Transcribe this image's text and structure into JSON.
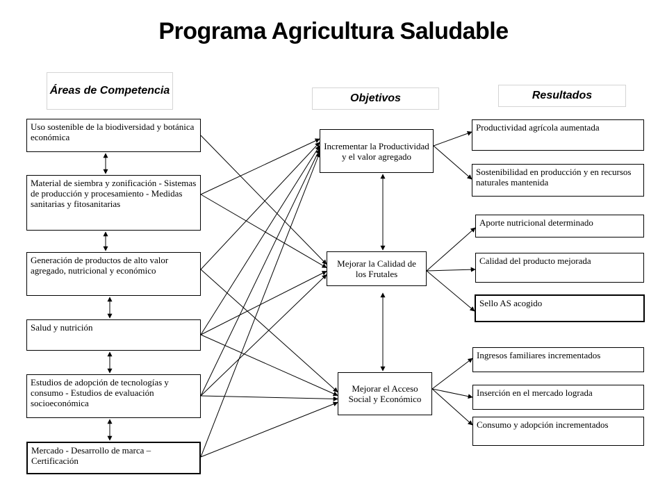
{
  "title": "Programa Agricultura Saludable",
  "headers": {
    "areas": "Áreas de Competencia",
    "objetivos": "Objetivos",
    "resultados": "Resultados"
  },
  "areas": [
    "Uso sostenible de la biodiversidad y botánica económica",
    "Material de siembra y zonificación - Sistemas de producción y procesamiento - Medidas sanitarias y fitosanitarias",
    "Generación de productos de alto valor agregado, nutricional y económico",
    "Salud y nutrición",
    "Estudios de adopción de tecnologías y consumo - Estudios de evaluación socioeconómica",
    "Mercado - Desarrollo de marca – Certificación"
  ],
  "objetivos": [
    "Incrementar la Productividad y el valor agregado",
    "Mejorar la Calidad de los Frutales",
    "Mejorar el Acceso Social y Económico"
  ],
  "resultados": [
    "Productividad agrícola aumentada",
    "Sostenibilidad en producción y en recursos naturales mantenida",
    "Aporte nutricional determinado",
    "Calidad del producto mejorada",
    "Sello AS acogido",
    "Ingresos familiares incrementados",
    "Inserción en el mercado lograda",
    "Consumo y adopción incrementados"
  ],
  "connections": {
    "area_to_objetivo": [
      [
        0,
        1
      ],
      [
        1,
        0
      ],
      [
        1,
        1
      ],
      [
        2,
        0
      ],
      [
        2,
        2
      ],
      [
        3,
        0
      ],
      [
        3,
        1
      ],
      [
        3,
        2
      ],
      [
        4,
        0
      ],
      [
        4,
        1
      ],
      [
        4,
        2
      ],
      [
        5,
        0
      ],
      [
        5,
        2
      ]
    ],
    "objetivo_to_resultado": [
      [
        0,
        0
      ],
      [
        0,
        1
      ],
      [
        1,
        2
      ],
      [
        1,
        3
      ],
      [
        1,
        4
      ],
      [
        2,
        5
      ],
      [
        2,
        6
      ],
      [
        2,
        7
      ]
    ],
    "area_links": [
      [
        0,
        1
      ],
      [
        1,
        2
      ],
      [
        2,
        3
      ],
      [
        3,
        4
      ],
      [
        4,
        5
      ]
    ],
    "objetivo_links": [
      [
        0,
        1
      ],
      [
        1,
        2
      ]
    ]
  }
}
